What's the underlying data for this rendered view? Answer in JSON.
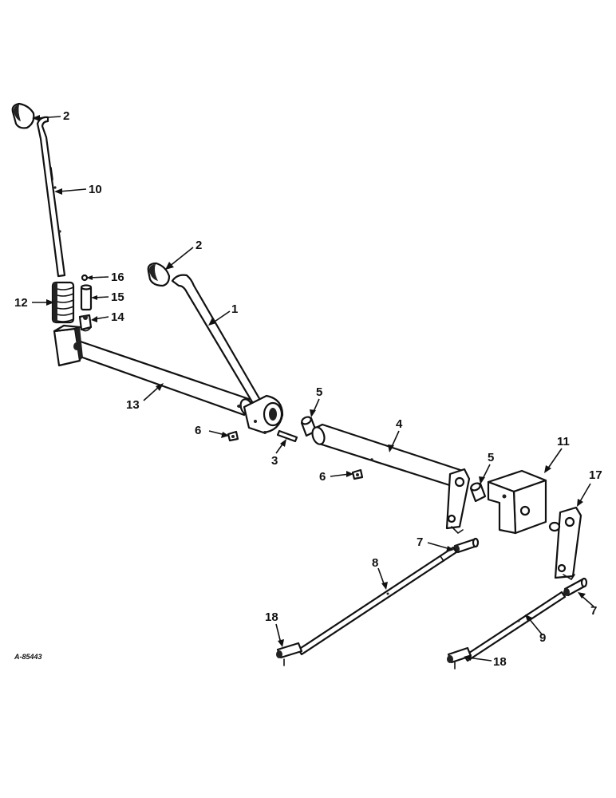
{
  "drawing": {
    "reference_number": "A-85443"
  },
  "callouts": [
    {
      "id": "c2a",
      "label": "2"
    },
    {
      "id": "c10",
      "label": "10"
    },
    {
      "id": "c16",
      "label": "16"
    },
    {
      "id": "c15",
      "label": "15"
    },
    {
      "id": "c12",
      "label": "12"
    },
    {
      "id": "c14",
      "label": "14"
    },
    {
      "id": "c2b",
      "label": "2"
    },
    {
      "id": "c1",
      "label": "1"
    },
    {
      "id": "c13",
      "label": "13"
    },
    {
      "id": "c5a",
      "label": "5"
    },
    {
      "id": "c6a",
      "label": "6"
    },
    {
      "id": "c3",
      "label": "3"
    },
    {
      "id": "c4",
      "label": "4"
    },
    {
      "id": "c6b",
      "label": "6"
    },
    {
      "id": "c5b",
      "label": "5"
    },
    {
      "id": "c11",
      "label": "11"
    },
    {
      "id": "c17",
      "label": "17"
    },
    {
      "id": "c7a",
      "label": "7"
    },
    {
      "id": "c8",
      "label": "8"
    },
    {
      "id": "c18a",
      "label": "18"
    },
    {
      "id": "c7b",
      "label": "7"
    },
    {
      "id": "c9",
      "label": "9"
    },
    {
      "id": "c18b",
      "label": "18"
    }
  ]
}
